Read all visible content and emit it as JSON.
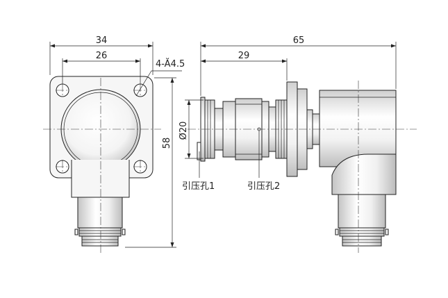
{
  "dimensions": {
    "front_outer_width": "34",
    "front_hole_spacing": "26",
    "hole_spec": "4-Ă4.5",
    "total_height": "58",
    "side_total_length": "65",
    "side_partial_length": "29",
    "diameter": "Ø20"
  },
  "labels": {
    "crimp_hole_1": "引压孔1",
    "crimp_hole_2": "引压孔2"
  },
  "colors": {
    "line": "#222222",
    "metal_light": "#ffffff",
    "metal_dark": "#bdbdbd",
    "background": "#ffffff"
  }
}
